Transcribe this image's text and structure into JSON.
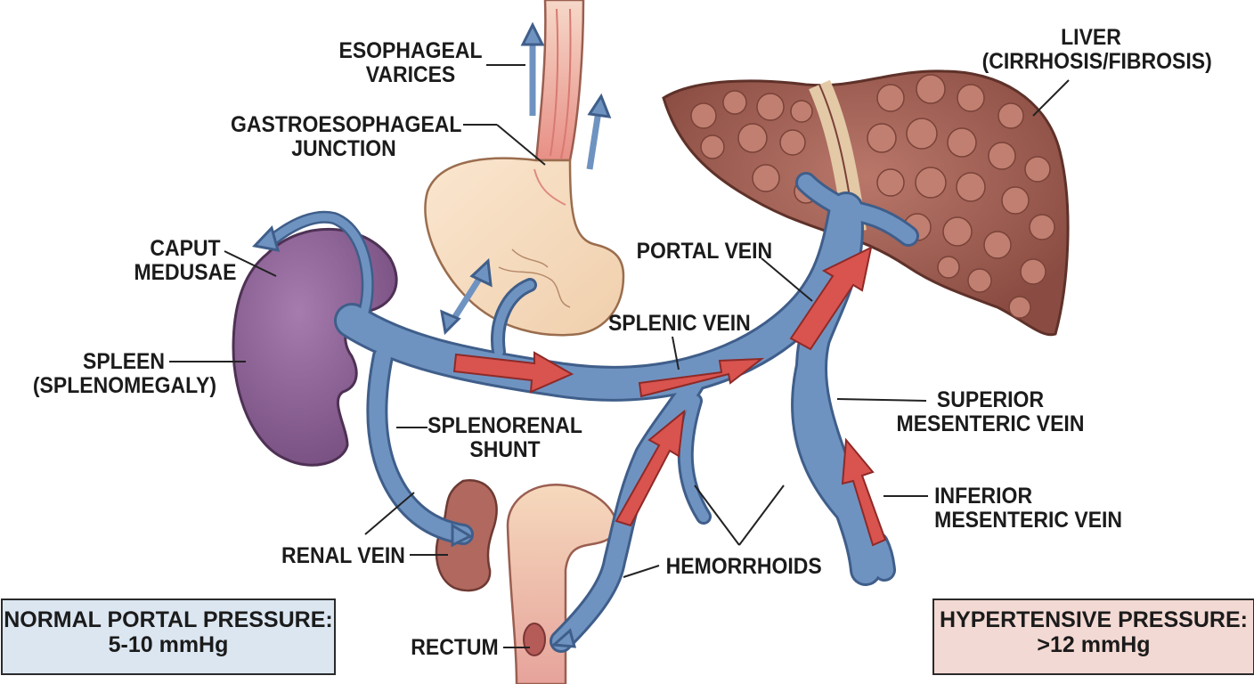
{
  "labels": {
    "esophageal_varices": [
      "ESOPHAGEAL",
      "VARICES"
    ],
    "gastroesophageal_junction": [
      "GASTROESOPHAGEAL",
      "JUNCTION"
    ],
    "liver": [
      "LIVER",
      "(CIRRHOSIS/FIBROSIS)"
    ],
    "caput_medusae": [
      "CAPUT",
      "MEDUSAE"
    ],
    "portal_vein": "PORTAL VEIN",
    "splenic_vein": "SPLENIC VEIN",
    "spleen": [
      "SPLEEN",
      "(SPLENOMEGALY)"
    ],
    "splenorenal_shunt": [
      "SPLENORENAL",
      "SHUNT"
    ],
    "superior_mesenteric_vein": [
      "SUPERIOR",
      "MESENTERIC VEIN"
    ],
    "inferior_mesenteric_vein": [
      "INFERIOR",
      "MESENTERIC VEIN"
    ],
    "renal_vein": "RENAL VEIN",
    "hemorrhoids": "HEMORRHOIDS",
    "rectum": "RECTUM"
  },
  "pressure_boxes": {
    "normal": {
      "title": "NORMAL PORTAL PRESSURE:",
      "value": "5-10 mmHg"
    },
    "hypertensive": {
      "title": "HYPERTENSIVE PRESSURE:",
      "value": ">12 mmHg"
    }
  },
  "colors": {
    "vein_blue": "#6f93c1",
    "vein_outline": "#3f5e8a",
    "flow_arrow_red": "#d9534f",
    "liver": "#9b5a4e",
    "spleen": "#8e6395",
    "stomach": "#f6dcc0",
    "kidney": "#b0685f",
    "normal_box_bg": "#dbe6f1",
    "hypertensive_box_bg": "#f3d9d3"
  }
}
